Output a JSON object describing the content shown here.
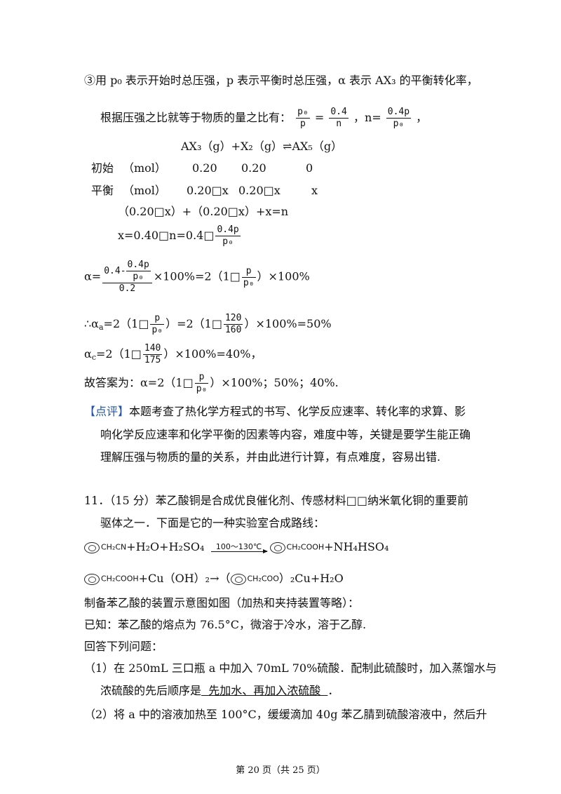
{
  "line1": "③用 p₀ 表示开始时总压强，p 表示平衡时总压强，α 表示 AX₃ 的平衡转化率，",
  "line2_pre": "根据压强之比就等于物质的量之比有：",
  "f_p0": "p₀",
  "f_p": "p",
  "f_04": "0.4",
  "f_n": "n",
  "f_04p": "0.4p",
  "line2_mid": "=",
  "line2_sep": "，n=",
  "line2_end": "，",
  "eq_reaction": "AX₃（g）+X₂（g）⇌AX₅（g）",
  "row_init": {
    "label": "初始",
    "unit": "（mol）",
    "a": "0.20",
    "b": "0.20",
    "c": "0"
  },
  "row_eq": {
    "label": "平衡",
    "unit": "（mol）",
    "a": "0.20□x",
    "b": "0.20□x",
    "c": "x"
  },
  "sum_line": "（0.20□x）+（0.20□x）+x=n",
  "x_line_pre": "x=0.40□n=0.4□",
  "alpha_pre": "α=",
  "alpha_num_pre": "0.4-",
  "alpha_den": "0.2",
  "alpha_mid": "×100%=2（1□",
  "alpha_end": "）×100%",
  "alpha_a_pre": "∴α",
  "alpha_a_sub": "a",
  "alpha_a_mid1": "=2（1□",
  "alpha_a_mid2": "）=2（1□",
  "f_120": "120",
  "f_160": "160",
  "alpha_a_end": "）×100%=50%",
  "alpha_c_pre": "α",
  "alpha_c_sub": "c",
  "alpha_c_mid": "=2（1□",
  "f_140": "140",
  "f_175": "175",
  "alpha_c_end": "）×100%=40%，",
  "answer_pre": "故答案为：α=2（1□",
  "answer_end": "）×100%；50%；40%.",
  "comment_tag": "【点评】",
  "comment_l1": "本题考查了热化学方程式的书写、化学反应速率、转化率的求算、影",
  "comment_l2": "响化学反应速率和化学平衡的因素等内容，难度中等，关键是要学生能正确",
  "comment_l3": "理解压强与物质的量的关系，并由此进行计算，有点难度，容易出错.",
  "q11_l1": "11．（15 分）苯乙酸铜是合成优良催化剂、传感材料□□纳米氧化铜的重要前",
  "q11_l2": "驱体之一．下面是它的一种实验室合成路线：",
  "rxn1_sub1": "CH₂CN",
  "rxn1_plus": "+H₂O+H₂SO₄",
  "rxn1_cond": "100～130℃",
  "rxn1_sub2": "CH₂COOH",
  "rxn1_end": "+NH₄HSO₄",
  "rxn2_sub1": "CH₂COOH",
  "rxn2_mid": "+Cu（OH）₂→（",
  "rxn2_sub2": "CH₂COO",
  "rxn2_end": "）₂Cu+H₂O",
  "line_device": "制备苯乙酸的装置示意图如图（加热和夹持装置等略）：",
  "line_known": "已知：苯乙酸的熔点为 76.5°C，微溶于冷水，溶于乙醇.",
  "line_answer": "回答下列问题：",
  "q1_l1": "（1）在 250mL 三口瓶 a 中加入 70mL 70%硫酸．配制此硫酸时，加入蒸馏水与",
  "q1_l2_pre": "浓硫酸的先后顺序是",
  "q1_ans": "  先加水、再加入浓硫酸  ",
  "q1_l2_end": "．",
  "q2_l1": "（2）将 a 中的溶液加热至 100°C，缓缓滴加 40g 苯乙腈到硫酸溶液中，然后升",
  "footer": "第 20 页（共 25 页）"
}
